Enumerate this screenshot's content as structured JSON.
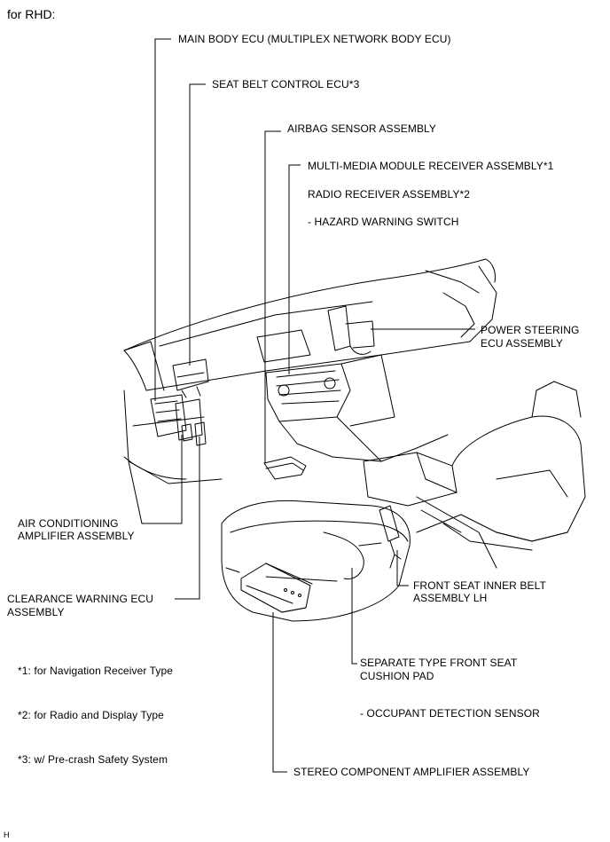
{
  "header": {
    "title": "for RHD:"
  },
  "labels": {
    "main_body_ecu": "MAIN BODY ECU (MULTIPLEX NETWORK BODY ECU)",
    "seat_belt_control_ecu": "SEAT BELT CONTROL ECU*3",
    "airbag_sensor": "AIRBAG SENSOR ASSEMBLY",
    "multimedia_receiver": "MULTI-MEDIA MODULE RECEIVER ASSEMBLY*1",
    "radio_receiver": "RADIO RECEIVER ASSEMBLY*2",
    "hazard_switch": "- HAZARD WARNING SWITCH",
    "power_steering_1": "POWER STEERING",
    "power_steering_2": "ECU ASSEMBLY",
    "air_conditioning_1": "AIR CONDITIONING",
    "air_conditioning_2": "AMPLIFIER ASSEMBLY",
    "clearance_warning_1": "CLEARANCE WARNING ECU",
    "clearance_warning_2": "ASSEMBLY",
    "front_seat_belt_1": "FRONT SEAT INNER BELT",
    "front_seat_belt_2": "ASSEMBLY LH",
    "separate_cushion_1": "SEPARATE TYPE FRONT SEAT",
    "separate_cushion_2": "CUSHION PAD",
    "occupant_sensor": "- OCCUPANT DETECTION SENSOR",
    "stereo_amplifier": "STEREO COMPONENT AMPLIFIER ASSEMBLY"
  },
  "notes": {
    "note1": "*1: for Navigation Receiver Type",
    "note2": "*2: for Radio and Display Type",
    "note3": "*3: w/ Pre-crash Safety System"
  },
  "footer": {
    "code": "H"
  }
}
